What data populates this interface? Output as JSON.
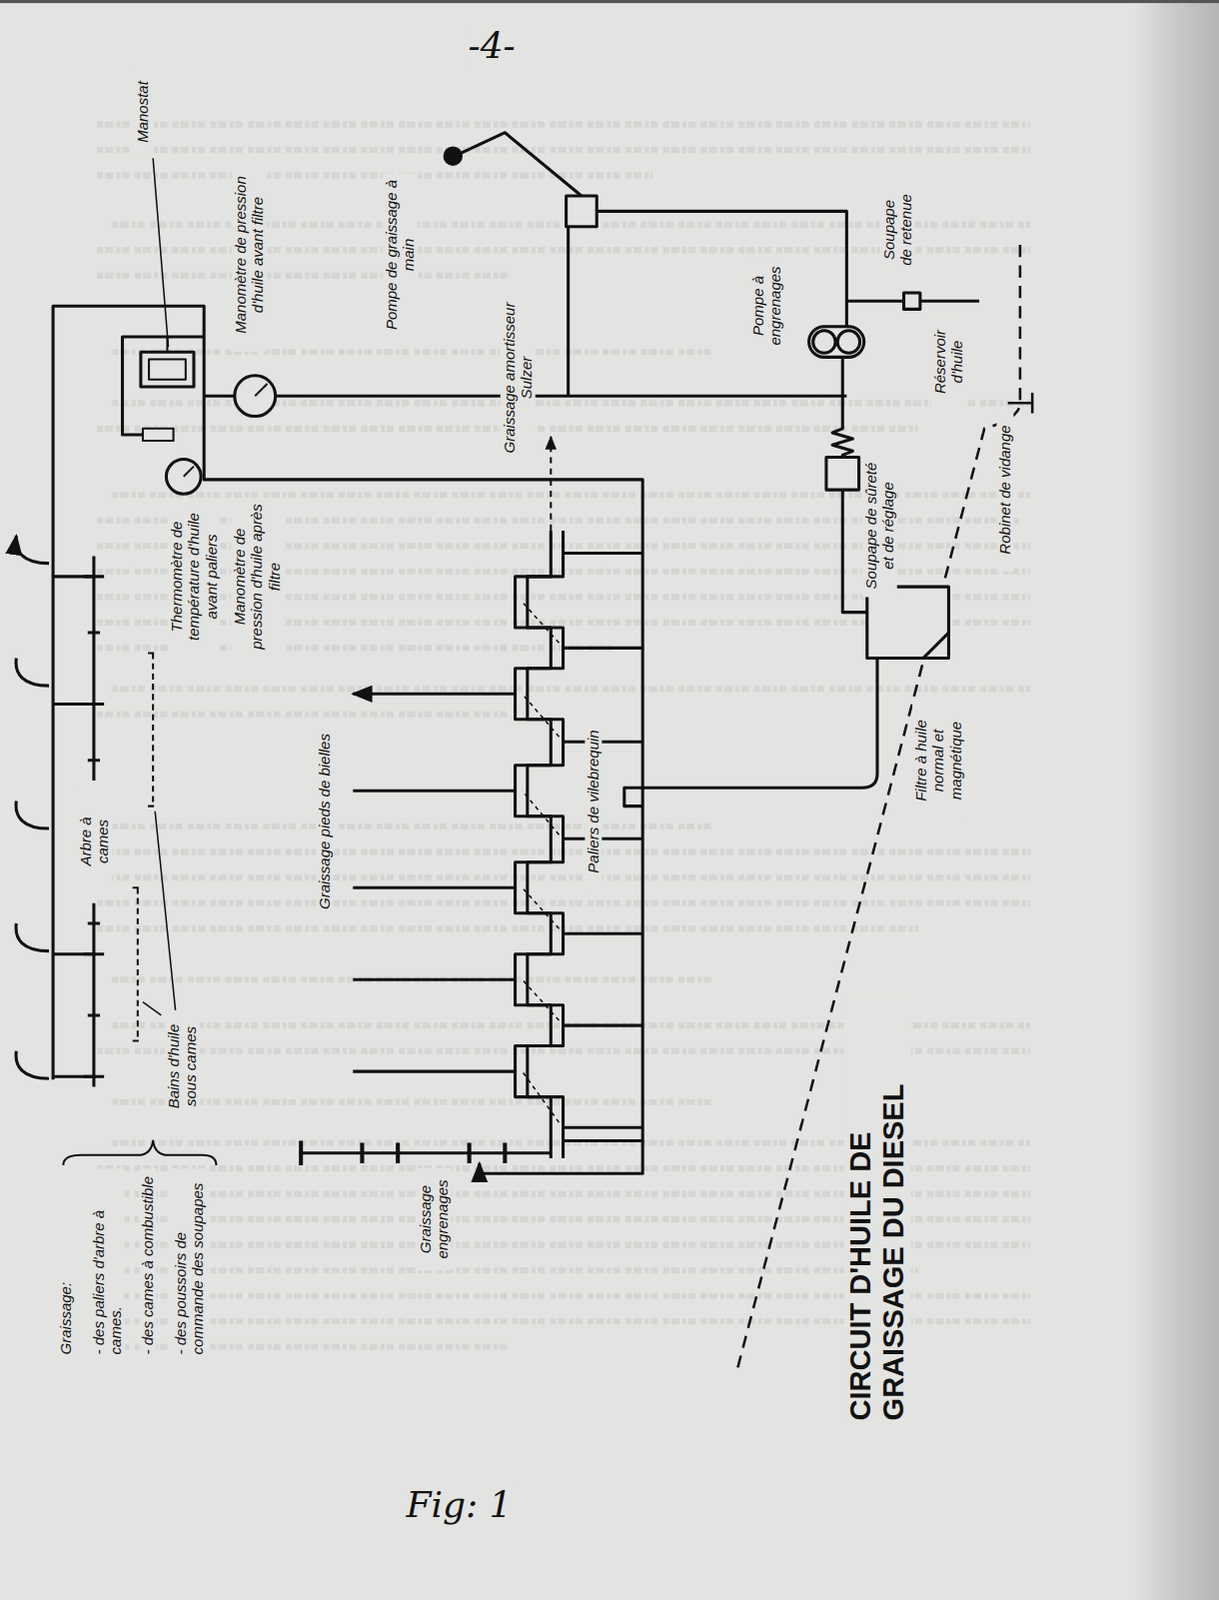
{
  "diagram": {
    "title": "CIRCUIT D'HUILE DE GRAISSAGE DU DIESEL",
    "caption": "Fig: 1",
    "labels": [
      "-4-",
      "Manostat",
      "Manomètre de pression d'huile avant filtre",
      "Pompe de graissage à main",
      "Pompe à engrenages",
      "Soupape de retenue",
      "Réservoir d'huile",
      "Robinet de vidange",
      "Thermomètre de température d'huile avant paliers",
      "Manomètre de pression d'huile après filtre",
      "Graissage amortisseur Sulzer",
      "Soupape de sûreté et de réglage",
      "Filtre à huile normal et magnétique",
      "Arbre à cames",
      "Graissage pieds de bielles",
      "Paliers de vilebrequin",
      "Bains d'huile sous cames",
      "Graissage:",
      "- des paliers d'arbre à cames.",
      "- des cames à combustible",
      "- des poussoirs de commande des soupapes",
      "Graissage engrenages"
    ]
  }
}
